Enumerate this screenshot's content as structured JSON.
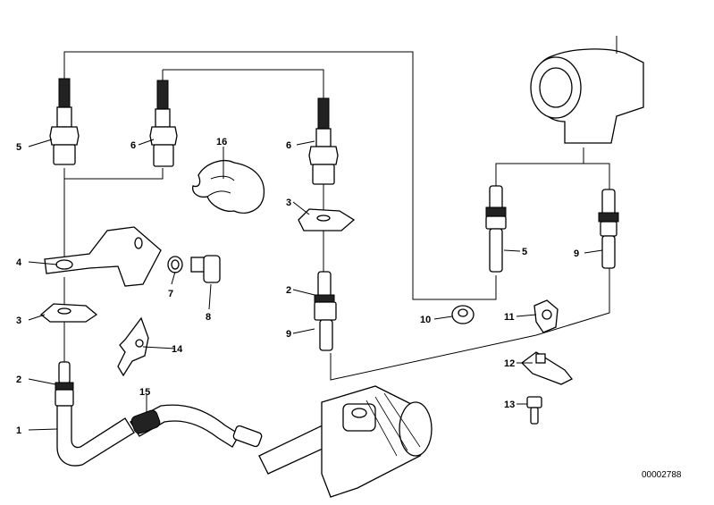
{
  "diagram": {
    "reference_number": "00002788",
    "callouts": [
      "1",
      "2",
      "3",
      "4",
      "5",
      "6",
      "7",
      "8",
      "9",
      "10",
      "11",
      "12",
      "13",
      "14",
      "15",
      "16"
    ]
  }
}
